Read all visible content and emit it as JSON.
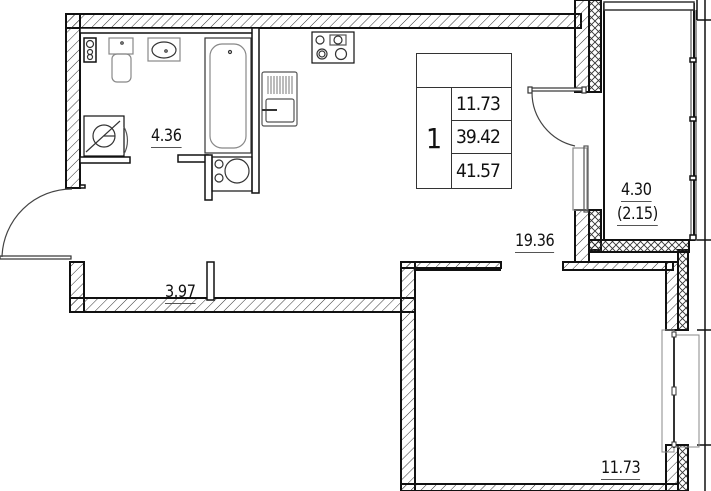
{
  "plan": {
    "type": "apartment-floor-plan",
    "rooms_count": "1",
    "summary": {
      "living_area": "11.73",
      "total_area": "39.42",
      "total_area_with_balcony": "41.57"
    },
    "rooms": [
      {
        "name": "bathroom",
        "area": "4.36"
      },
      {
        "name": "hallway",
        "area": "3.97"
      },
      {
        "name": "kitchen-living",
        "area": "19.36"
      },
      {
        "name": "bedroom",
        "area": "11.73"
      },
      {
        "name": "balcony",
        "area": "4.30",
        "reduced_area": "(2.15)"
      }
    ],
    "colors": {
      "wall": "#111111",
      "hatch": "#333333",
      "window": "#888888",
      "background": "#ffffff"
    }
  }
}
